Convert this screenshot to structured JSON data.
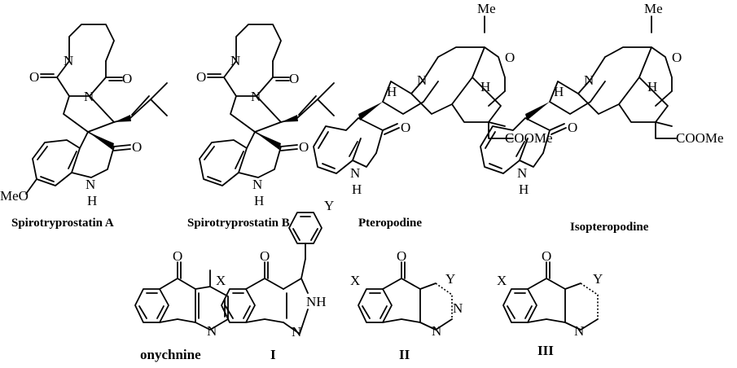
{
  "top_compounds": [
    {
      "name": "Spirotryprostatin A"
    },
    {
      "name": "Spirotryprostatin B"
    },
    {
      "name": "Pteropodine"
    },
    {
      "name": "Isopteropodine"
    }
  ],
  "bottom_compounds": [
    {
      "name": "onychnine"
    },
    {
      "name": "I"
    },
    {
      "name": "II"
    },
    {
      "name": "III"
    }
  ],
  "atoms": {
    "N": "N",
    "O": "O",
    "H": "H",
    "NH": "NH",
    "Me": "Me",
    "MeO": "MeO",
    "COOMe": "COOMe",
    "X": "X",
    "Y": "Y"
  }
}
